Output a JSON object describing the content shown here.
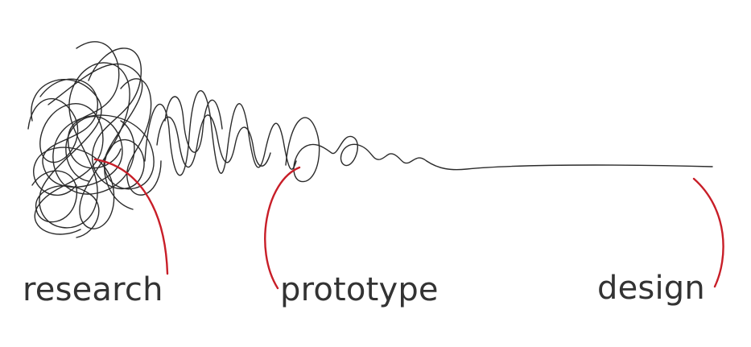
{
  "labels": {
    "research": "research",
    "prototype": "prototype",
    "design": "design"
  },
  "colors": {
    "squiggle_line": "#2b2b2b",
    "pointer_arc": "#c81e28",
    "label_text": "#333333",
    "background": "#ffffff"
  }
}
